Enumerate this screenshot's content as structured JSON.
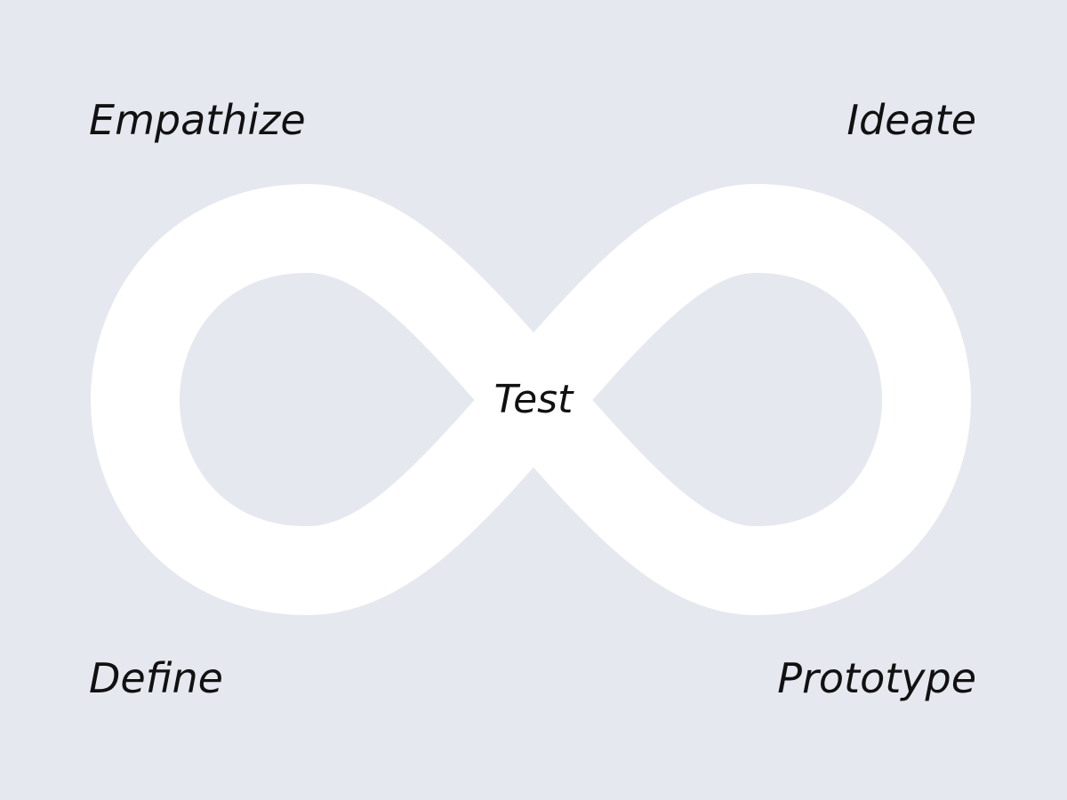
{
  "colors": {
    "background": "#e5e8ef",
    "loop": "#ffffff",
    "text": "#111111"
  },
  "labels": {
    "empathize": "Empathize",
    "ideate": "Ideate",
    "define": "Define",
    "prototype": "Prototype",
    "test": "Test"
  }
}
